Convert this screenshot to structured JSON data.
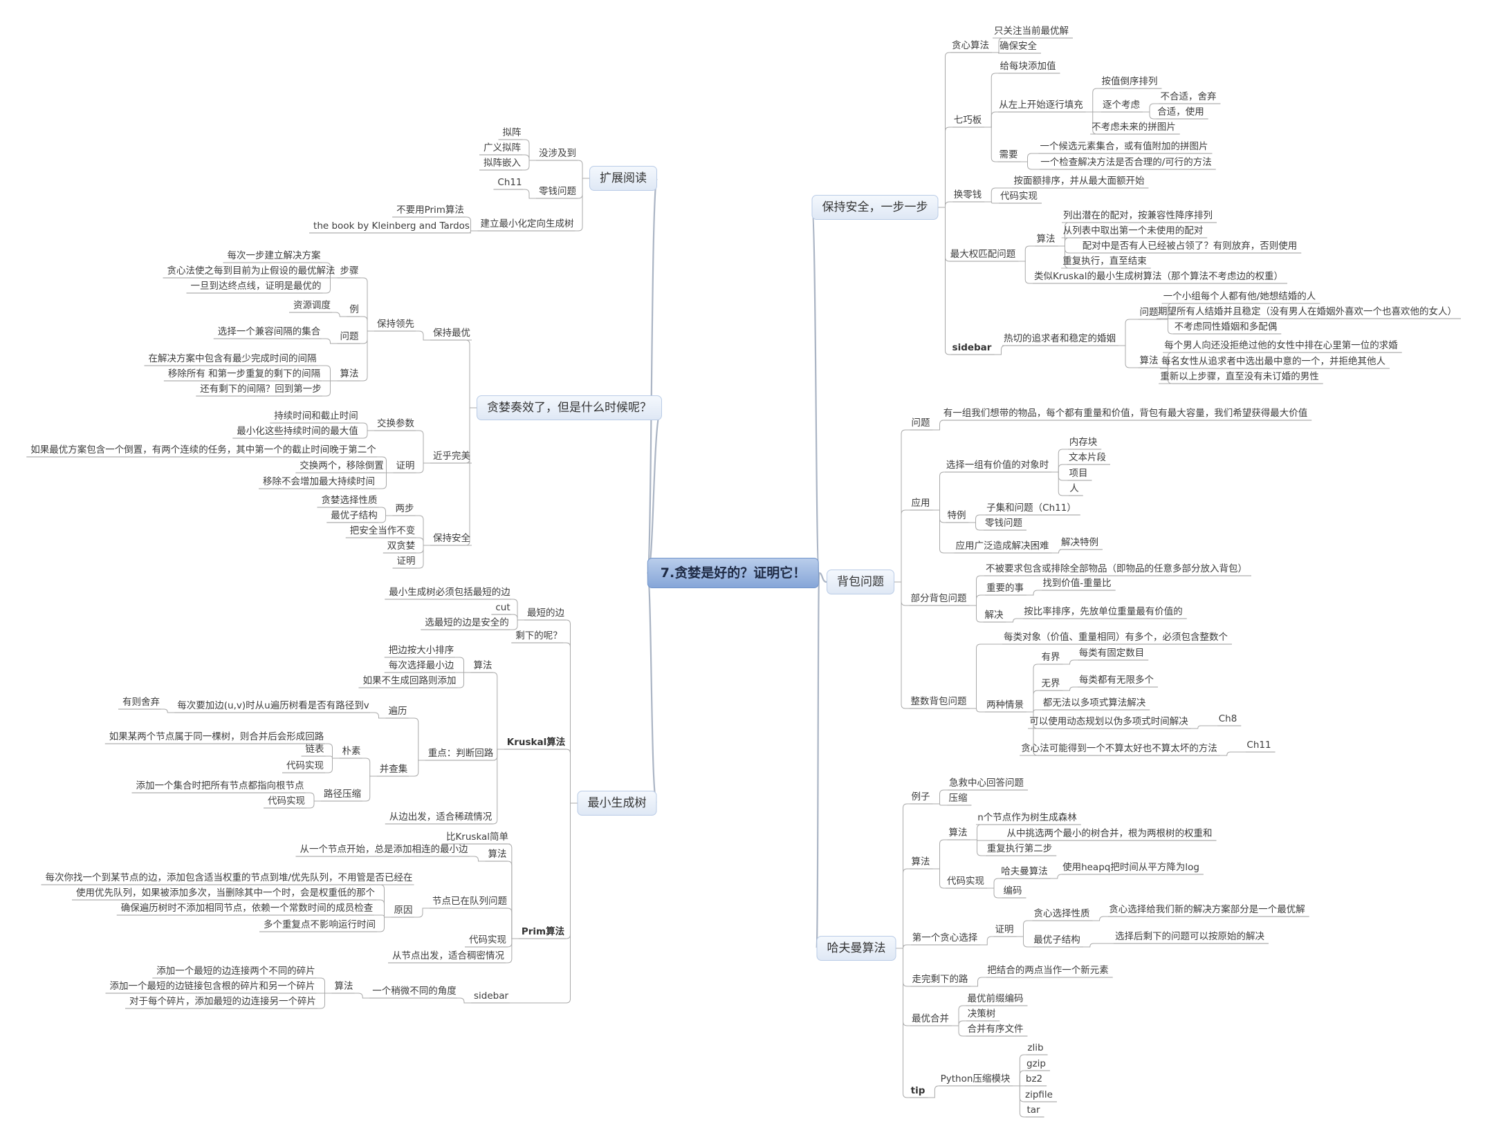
{
  "title": "7.贪婪是好的？证明它！",
  "branches": {
    "keep_safe": {
      "label": "保持安全，一步一步",
      "greedy": {
        "label": "贪心算法",
        "items": [
          "只关注当前最优解",
          "确保安全"
        ]
      },
      "tangram": {
        "label": "七巧板",
        "add_value": "给每块添加值",
        "fill": {
          "label": "从左上开始逐行填充",
          "reverse_sort": "按值倒序排列",
          "consider": "逐个考虑",
          "unfit": "不合适，舍弃",
          "fit": "合适，使用",
          "no_future": "不考虑未来的拼图片"
        },
        "need": {
          "label": "需要",
          "items": [
            "一个候选元素集合，或有值附加的拼图片",
            "一个检查解决方法是否合理的/可行的方法"
          ]
        }
      },
      "change": {
        "label": "换零钱",
        "items": [
          "按面额排序，并从最大面额开始",
          "代码实现"
        ]
      },
      "max_match": {
        "label": "最大权匹配问题",
        "algo": {
          "label": "算法",
          "items": [
            "列出潜在的配对，按兼容性降序排列",
            "从列表中取出第一个未使用的配对",
            "配对中是否有人已经被占领了？有则放弃，否则使用",
            "重复执行，直至结束"
          ]
        },
        "kruskal_like": "类似Kruskal的最小生成树算法（那个算法不考虑边的权重）"
      },
      "sidebar": {
        "label": "sidebar",
        "topic": "热切的追求者和稳定的婚姻",
        "problem": {
          "label": "问题",
          "items": [
            "一个小组每个人都有他/她想结婚的人",
            "期望所有人结婚并且稳定（没有男人在婚姻外喜欢一个也喜欢他的女人）",
            "不考虑同性婚姻和多配偶"
          ]
        },
        "algo": {
          "label": "算法",
          "items": [
            "每个男人向还没拒绝过他的女性中排在心里第一位的求婚",
            "每名女性从追求者中选出最中意的一个，并拒绝其他人",
            "重新以上步骤，直至没有未订婚的男性"
          ]
        }
      }
    },
    "knapsack": {
      "label": "背包问题",
      "problem": {
        "label": "问题",
        "text": "有一组我们想带的物品，每个都有重量和价值，背包有最大容量，我们希望获得最大价值"
      },
      "apps": {
        "label": "应用",
        "choose": {
          "label": "选择一组有价值的对象时",
          "items": [
            "内存块",
            "文本片段",
            "项目",
            "人"
          ]
        },
        "special": {
          "label": "特例",
          "items": [
            "子集和问题（Ch11）",
            "零钱问题"
          ]
        },
        "wide": {
          "label": "应用广泛造成解决困难",
          "child": "解决特例"
        }
      },
      "fractional": {
        "label": "部分背包问题",
        "no_need": "不被要求包含或排除全部物品（即物品的任意多部分放入背包）",
        "important": {
          "label": "重要的事",
          "child": "找到价值-重量比"
        },
        "solve": {
          "label": "解决",
          "child": "按比率排序，先放单位重量最有价值的"
        }
      },
      "integer": {
        "label": "整数背包问题",
        "desc": "每类对象（价值、重量相同）有多个，必须包含整数个",
        "cases": {
          "label": "两种情景",
          "bounded": {
            "label": "有界",
            "child": "每类有固定数目"
          },
          "unbounded": {
            "label": "无界",
            "child": "每类都有无限多个"
          },
          "no_poly": "都无法以多项式算法解决",
          "dp": {
            "label": "可以使用动态规划以伪多项式时间解决",
            "child": "Ch8"
          },
          "greedy": {
            "label": "贪心法可能得到一个不算太好也不算太坏的方法",
            "child": "Ch11"
          }
        }
      }
    },
    "huffman": {
      "label": "哈夫曼算法",
      "example": {
        "label": "例子",
        "items": [
          "急救中心回答问题",
          "压缩"
        ]
      },
      "algo": {
        "label": "算法",
        "steps": {
          "label": "算法",
          "items": [
            "n个节点作为树生成森林",
            "从中挑选两个最小的树合并，根为两根树的权重和",
            "重复执行第二步"
          ]
        },
        "code": {
          "label": "代码实现",
          "huffman_algo": "哈夫曼算法",
          "heapq": "使用heapq把时间从平方降为log",
          "encode": "编码"
        }
      },
      "first_greedy": {
        "label": "第一个贪心选择",
        "proof": "证明",
        "greedy_choice": {
          "label": "贪心选择性质",
          "child": "贪心选择给我们新的解决方案部分是一个最优解"
        },
        "optimal_sub": {
          "label": "最优子结构",
          "child": "选择后剩下的问题可以按原始的解决"
        }
      },
      "rest": {
        "label": "走完剩下的路",
        "child": "把结合的两点当作一个新元素"
      },
      "merge": {
        "label": "最优合并",
        "items": [
          "最优前缀编码",
          "决策树",
          "合并有序文件"
        ]
      },
      "tip": {
        "label": "tip",
        "module": "Python压缩模块",
        "items": [
          "zlib",
          "gzip",
          "bz2",
          "zipfile",
          "tar"
        ]
      }
    },
    "reading": {
      "label": "扩展阅读",
      "involves": {
        "label": "没涉及到",
        "items": [
          "拟阵",
          "广义拟阵",
          "拟阵嵌入"
        ]
      },
      "change": {
        "label": "零钱问题",
        "child": "Ch11"
      },
      "arb": {
        "label": "建立最小化定向生成树",
        "items": [
          "不要用Prim算法",
          "the book by Kleinberg and Tardos"
        ]
      }
    },
    "when": {
      "label": "贪婪奏效了，但是什么时候呢？",
      "keep_best": {
        "label": "保持最优",
        "lead": {
          "label": "保持领先",
          "steps": {
            "label": "步骤",
            "items": [
              "每次一步建立解决方案",
              "贪心法使之每到目前为止假设的最优解法",
              "一旦到达终点线，证明是最优的"
            ]
          },
          "example": {
            "label": "例",
            "child": "资源调度"
          },
          "problem": {
            "label": "问题",
            "child": "选择一个兼容间隔的集合"
          },
          "algo": {
            "label": "算法",
            "items": [
              "在解决方案中包含有最少完成时间的间隔",
              "移除所有 和第一步重复的剩下的间隔",
              "还有剩下的间隔？回到第一步"
            ]
          }
        }
      },
      "near": {
        "label": "近乎完美",
        "swap": {
          "label": "交换参数",
          "items": [
            "持续时间和截止时间",
            "最小化这些持续时间的最大值"
          ]
        },
        "proof": {
          "label": "证明",
          "items": [
            "如果最优方案包含一个倒置，有两个连续的任务，其中第一个的截止时间晚于第二个",
            "交换两个，移除倒置",
            "移除不会增加最大持续时间"
          ]
        }
      },
      "safe": {
        "label": "保持安全",
        "two": {
          "label": "两步",
          "items": [
            "贪婪选择性质",
            "最优子结构"
          ]
        },
        "items": [
          "把安全当作不变",
          "双贪婪",
          "证明"
        ]
      }
    },
    "mst": {
      "label": "最小生成树",
      "shortest": {
        "label": "最短的边",
        "items": [
          "最小生成树必须包括最短的边",
          "cut",
          "选最短的边是安全的"
        ]
      },
      "rest": "剩下的呢？",
      "kruskal": {
        "label": "Kruskal算法",
        "algo": {
          "label": "算法",
          "items": [
            "把边按大小排序",
            "每次选择最小边",
            "如果不生成回路则添加"
          ]
        },
        "focus": {
          "label": "重点：判断回路",
          "traverse": {
            "label": "遍历",
            "text": "每次要加边(u,v)时从u遍历树看是否有路径到v",
            "discard": "有则舍弃"
          },
          "uf": {
            "label": "并查集",
            "naive": {
              "label": "朴素",
              "note": "如果某两个节点属于同一棵树，则合并后会形成回路",
              "items": [
                "链表",
                "代码实现"
              ]
            },
            "compress": {
              "label": "路径压缩",
              "items": [
                "添加一个集合时把所有节点都指向根节点",
                "代码实现"
              ]
            }
          }
        },
        "sparse": "从边出发，适合稀疏情况"
      },
      "prim": {
        "label": "Prim算法",
        "simpler": "比Kruskal简单",
        "algo": {
          "label": "算法",
          "child": "从一个节点开始，总是添加相连的最小边"
        },
        "queued": {
          "label": "节点已在队列问题",
          "reason": "原因",
          "items": [
            "每次你找一个到某节点的边，添加包含适当权重的节点到堆/优先队列，不用管是否已经在",
            "使用优先队列，如果被添加多次，当删除其中一个时，会是权重低的那个",
            "确保遍历树时不添加相同节点，依赖一个常数时间的成员检查",
            "多个重复点不影响运行时间"
          ]
        },
        "code": "代码实现",
        "dense": "从节点出发，适合稠密情况"
      },
      "sidebar": {
        "label": "sidebar",
        "angle": "一个稍微不同的角度",
        "algo": {
          "label": "算法",
          "items": [
            "添加一个最短的边连接两个不同的碎片",
            "添加一个最短的边链接包含根的碎片和另一个碎片",
            "对于每个碎片，添加最短的边连接另一个碎片"
          ]
        }
      }
    }
  }
}
